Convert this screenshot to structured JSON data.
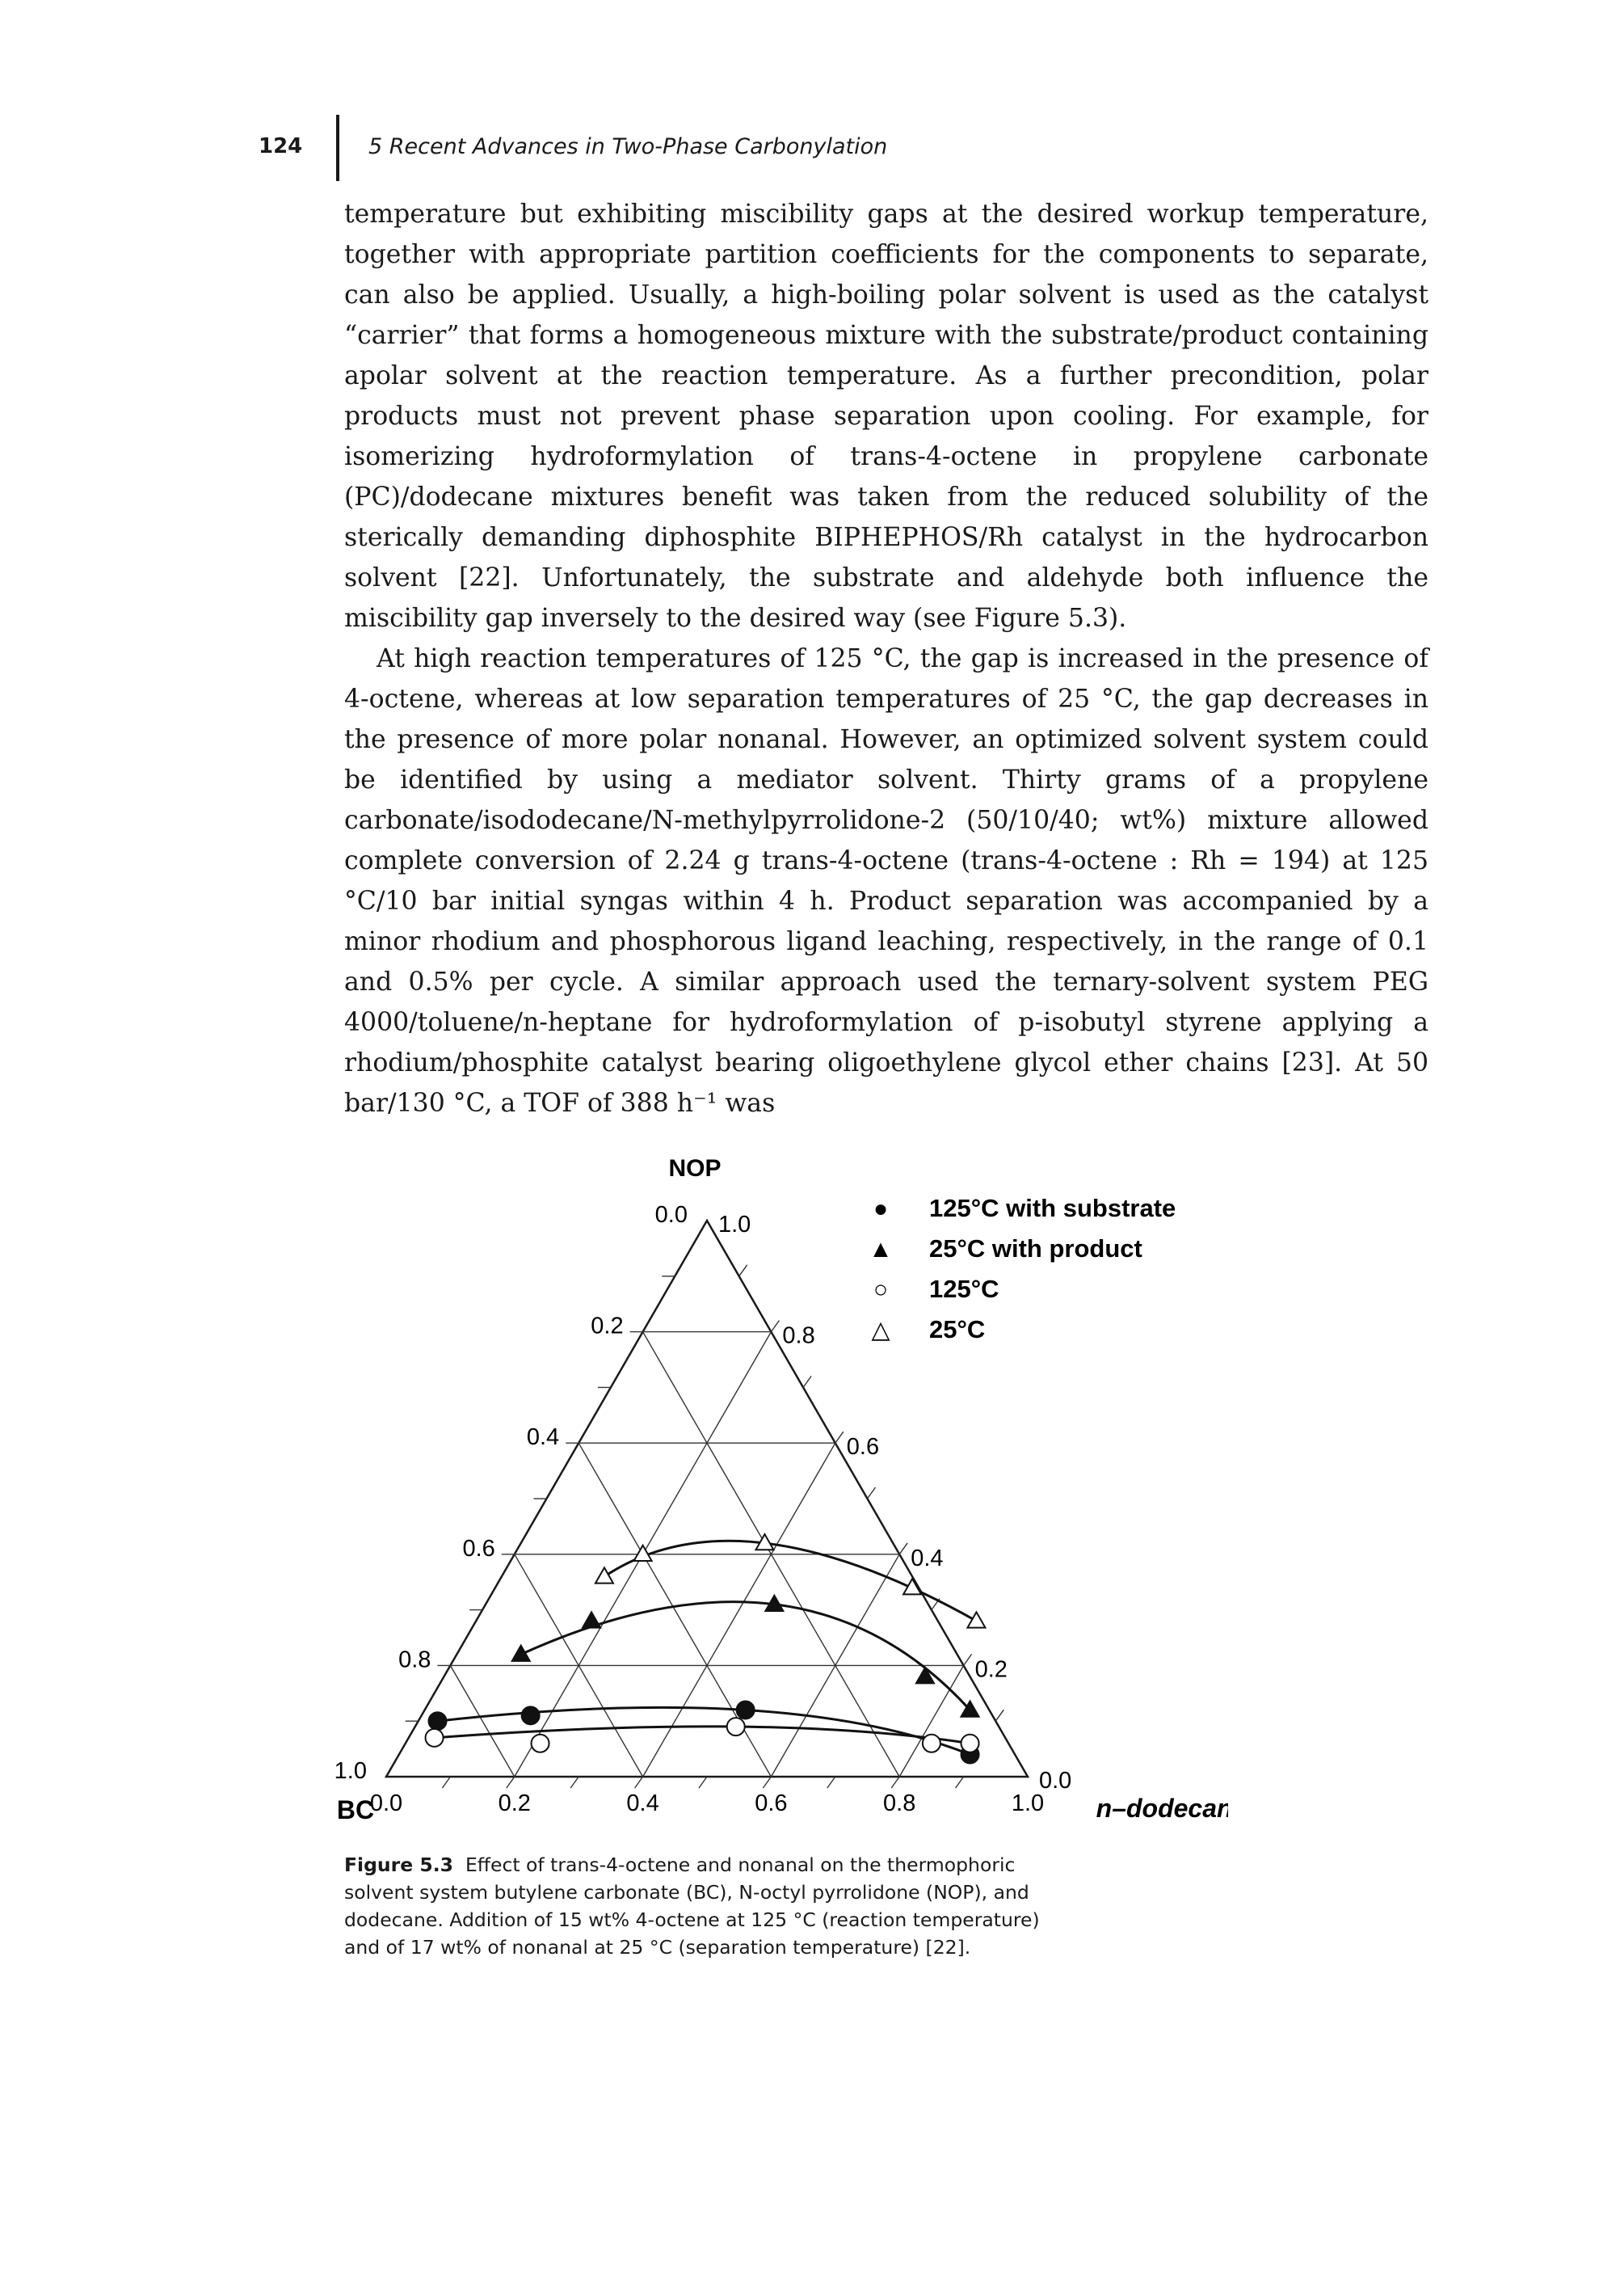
{
  "header": {
    "page_number": "124",
    "running_title": "5 Recent Advances in Two-Phase Carbonylation"
  },
  "body": {
    "p1": "temperature but exhibiting miscibility gaps at the desired workup temperature, together with appropriate partition coefficients for the components to separate, can also be applied. Usually, a high-boiling polar solvent is used as the catalyst “carrier” that forms a homogeneous mixture with the substrate/product containing apolar solvent at the reaction temperature. As a further precondition, polar products must not prevent phase separation upon cooling. For example, for isomerizing hydroformylation of trans-4-octene in propylene carbonate (PC)/dodecane mixtures benefit was taken from the reduced solubility of the sterically demanding diphosphite BIPHEPHOS/Rh catalyst in the hydrocarbon solvent [22]. Unfortunately, the substrate and aldehyde both influence the miscibility gap inversely to the desired way (see Figure 5.3).",
    "p2": "At high reaction temperatures of 125 °C, the gap is increased in the presence of 4-octene, whereas at low separation temperatures of 25 °C, the gap decreases in the presence of more polar nonanal. However, an optimized solvent system could be identified by using a mediator solvent. Thirty grams of a propylene carbonate/isododecane/N-methylpyrrolidone-2 (50/10/40; wt%) mixture allowed complete conversion of 2.24 g trans-4-octene (trans-4-octene : Rh = 194) at 125 °C/10 bar initial syngas within 4 h. Product separation was accompanied by a minor rhodium and phosphorous ligand leaching, respectively, in the range of 0.1 and 0.5% per cycle. A similar approach used the ternary-solvent system PEG 4000/toluene/n-heptane for hydroformylation of p-isobutyl styrene applying a rhodium/phosphite catalyst bearing oligoethylene glycol ether chains [23]. At 50 bar/130 °C, a TOF of 388 h⁻¹ was"
  },
  "figure": {
    "apex_label": "NOP",
    "left_label": "BC",
    "right_label": "n–dodecane",
    "left_side_ticks": [
      "0.0",
      "0.2",
      "0.4",
      "0.6",
      "0.8",
      "1.0"
    ],
    "right_side_ticks": [
      "1.0",
      "0.8",
      "0.6",
      "0.4",
      "0.2",
      "0.0"
    ],
    "bottom_ticks": [
      "0.0",
      "0.2",
      "0.4",
      "0.6",
      "0.8",
      "1.0"
    ],
    "legend": [
      {
        "symbol": "●",
        "label": "125°C with substrate"
      },
      {
        "symbol": "▲",
        "label": "25°C with product"
      },
      {
        "symbol": "○",
        "label": "125°C"
      },
      {
        "symbol": "△",
        "label": "25°C"
      }
    ],
    "caption_label": "Figure 5.3",
    "caption_text": "Effect of trans-4-octene and nonanal on the thermophoric solvent system butylene carbonate (BC), N-octyl pyrrolidone (NOP), and dodecane. Addition of 15 wt% 4-octene at 125 °C (reaction temperature) and of 17 wt% of nonanal at 25 °C (separation temperature) [22]."
  },
  "chart_data": {
    "type": "scatter",
    "subtype": "ternary",
    "axes": {
      "apex": "NOP",
      "bottom_left": "BC",
      "bottom_right": "n–dodecane"
    },
    "coordinate_order": [
      "dodecane",
      "NOP"
    ],
    "series": [
      {
        "name": "25°C",
        "marker": "open-triangle",
        "points": [
          [
            0.2,
            0.4
          ],
          [
            0.38,
            0.42
          ],
          [
            0.65,
            0.34
          ],
          [
            0.78,
            0.28
          ],
          [
            0.16,
            0.36
          ]
        ]
      },
      {
        "name": "25°C with product",
        "marker": "filled-triangle",
        "points": [
          [
            0.1,
            0.22
          ],
          [
            0.18,
            0.28
          ],
          [
            0.45,
            0.31
          ],
          [
            0.75,
            0.18
          ],
          [
            0.85,
            0.12
          ]
        ]
      },
      {
        "name": "125°C with substrate",
        "marker": "filled-circle",
        "points": [
          [
            0.03,
            0.1
          ],
          [
            0.17,
            0.11
          ],
          [
            0.5,
            0.12
          ],
          [
            0.89,
            0.04
          ]
        ]
      },
      {
        "name": "125°C",
        "marker": "open-circle",
        "points": [
          [
            0.04,
            0.07
          ],
          [
            0.21,
            0.06
          ],
          [
            0.5,
            0.09
          ],
          [
            0.82,
            0.06
          ],
          [
            0.88,
            0.06
          ]
        ]
      }
    ],
    "grid": true,
    "legend_position": "top-right"
  }
}
